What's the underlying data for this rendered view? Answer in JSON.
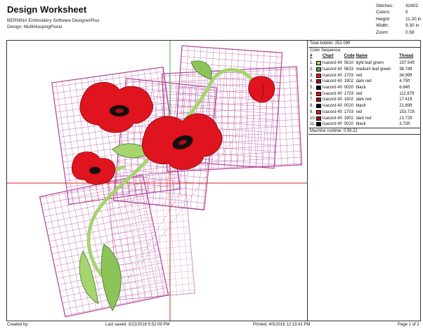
{
  "header": {
    "title": "Design Worksheet",
    "software": "BERNINA Embroidery Software DesignerPlus",
    "design_label": "Design:",
    "design_name": "MultiHoopingFloral"
  },
  "stats": [
    {
      "label": "Stitches:",
      "value": "32602"
    },
    {
      "label": "Colors:",
      "value": "5"
    },
    {
      "label": "Height:",
      "value": "11.20 in"
    },
    {
      "label": "Width:",
      "value": "9.30 in"
    },
    {
      "label": "Zoom:",
      "value": "0.58"
    }
  ],
  "panel": {
    "total_bobbin_label": "Total bobbin:",
    "total_bobbin_value": "252.08ft",
    "sequence_title": "Color Sequence:",
    "headers": {
      "num": "#",
      "chart": "Chart",
      "code": "Code",
      "name": "Name",
      "thread": "Thread"
    },
    "rows": [
      {
        "num": "1.",
        "chart": "Isacord 40",
        "code": "5610",
        "name": "light leaf green",
        "thread": "197.54ft",
        "color": "#a6d46e"
      },
      {
        "num": "2.",
        "chart": "Isacord 40",
        "code": "5633",
        "name": "medium leaf green",
        "thread": "38.74ft",
        "color": "#5aa03c"
      },
      {
        "num": "3.",
        "chart": "Isacord 40",
        "code": "1703",
        "name": "red",
        "thread": "34.99ft",
        "color": "#e0141e"
      },
      {
        "num": "4.",
        "chart": "Isacord 40",
        "code": "1902",
        "name": "dark red",
        "thread": "4.75ft",
        "color": "#a8101a"
      },
      {
        "num": "5.",
        "chart": "Isacord 40",
        "code": "0020",
        "name": "black",
        "thread": "6.64ft",
        "color": "#000000"
      },
      {
        "num": "6.",
        "chart": "Isacord 40",
        "code": "1703",
        "name": "red",
        "thread": "112.87ft",
        "color": "#e0141e"
      },
      {
        "num": "7.",
        "chart": "Isacord 40",
        "code": "1902",
        "name": "dark red",
        "thread": "17.41ft",
        "color": "#a8101a"
      },
      {
        "num": "8.",
        "chart": "Isacord 40",
        "code": "0020",
        "name": "black",
        "thread": "21.89ft",
        "color": "#000000"
      },
      {
        "num": "9.",
        "chart": "Isacord 40",
        "code": "1703",
        "name": "red",
        "thread": "153.71ft",
        "color": "#e0141e"
      },
      {
        "num": "10.",
        "chart": "Isacord 40",
        "code": "1902",
        "name": "dark red",
        "thread": "21.72ft",
        "color": "#a8101a"
      },
      {
        "num": "11.",
        "chart": "Isacord 40",
        "code": "0020",
        "name": "black",
        "thread": "3.72ft",
        "color": "#000000"
      }
    ],
    "runtime_label": "Machine runtime:",
    "runtime_value": "0:59:22"
  },
  "footer": {
    "created_by": "Created by:",
    "last_saved": "Last saved: 3/22/2016 5:52:09 PM",
    "printed": "Printed: 4/5/2016 12:13:41 PM",
    "page": "Page 1 of 2"
  },
  "colors": {
    "hoop_grid": "#b0449a",
    "crosshair": "#e02020",
    "center_axis": "#3cb43c",
    "petal_red": "#e0141e",
    "leaf_green": "#a6d46e"
  }
}
